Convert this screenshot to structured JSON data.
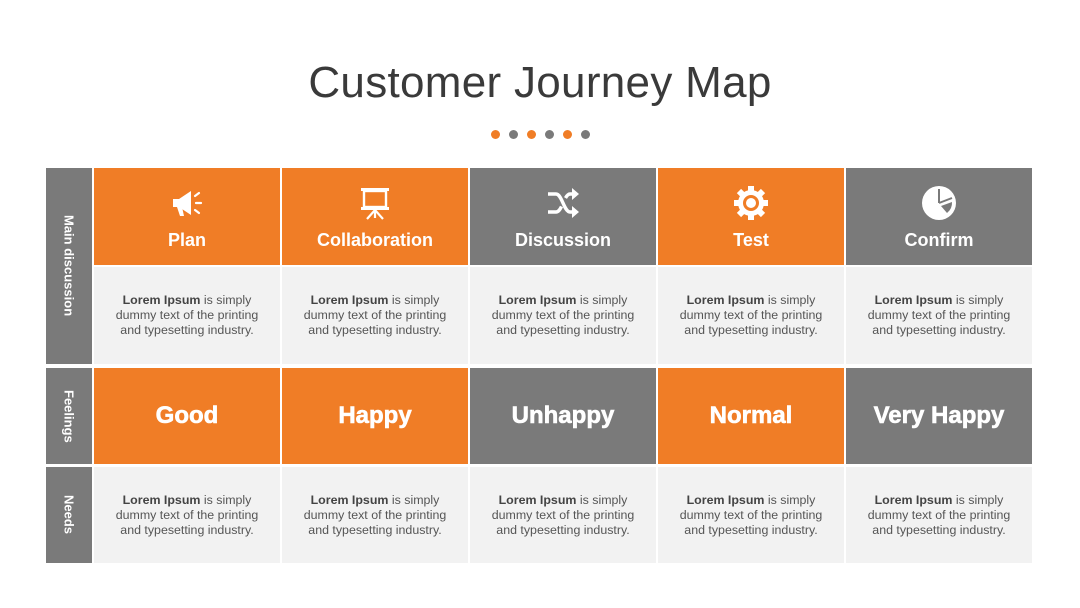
{
  "title": "Customer Journey Map",
  "colors": {
    "accent": "#f07d26",
    "neutral": "#7a7a7a",
    "panel": "#f2f2f2"
  },
  "dots": [
    "#f07d26",
    "#7a7a7a",
    "#f07d26",
    "#7a7a7a",
    "#f07d26",
    "#7a7a7a"
  ],
  "row_labels": {
    "main": "Main discussion",
    "feelings": "Feelings",
    "needs": "Needs"
  },
  "columns": [
    {
      "name": "Plan",
      "icon": "megaphone-icon",
      "color": "#f07d26",
      "feeling": "Good",
      "feeling_color": "#f07d26",
      "main_bold": "Lorem Ipsum",
      "main_text": " is simply dummy text of the printing and typesetting industry.",
      "needs_bold": "Lorem Ipsum",
      "needs_text": " is simply dummy text of the printing and typesetting industry."
    },
    {
      "name": "Collaboration",
      "icon": "presentation-board-icon",
      "color": "#f07d26",
      "feeling": "Happy",
      "feeling_color": "#f07d26",
      "main_bold": "Lorem Ipsum",
      "main_text": " is simply dummy text of the printing and typesetting industry.",
      "needs_bold": "Lorem Ipsum",
      "needs_text": " is simply dummy text of the printing and typesetting industry."
    },
    {
      "name": "Discussion",
      "icon": "shuffle-icon",
      "color": "#7a7a7a",
      "feeling": "Unhappy",
      "feeling_color": "#7a7a7a",
      "main_bold": "Lorem Ipsum",
      "main_text": " is simply dummy text of the printing and typesetting industry.",
      "needs_bold": "Lorem Ipsum",
      "needs_text": " is simply dummy text of the printing and typesetting industry."
    },
    {
      "name": "Test",
      "icon": "gear-icon",
      "color": "#f07d26",
      "feeling": "Normal",
      "feeling_color": "#f07d26",
      "main_bold": "Lorem Ipsum",
      "main_text": " is simply dummy text of the printing and typesetting industry.",
      "needs_bold": "Lorem Ipsum",
      "needs_text": " is simply dummy text of the printing and typesetting industry."
    },
    {
      "name": "Confirm",
      "icon": "pie-chart-icon",
      "color": "#7a7a7a",
      "feeling": "Very Happy",
      "feeling_color": "#7a7a7a",
      "main_bold": "Lorem Ipsum",
      "main_text": " is simply dummy text of the printing and typesetting industry.",
      "needs_bold": "Lorem Ipsum",
      "needs_text": " is simply dummy text of the printing and typesetting industry."
    }
  ]
}
